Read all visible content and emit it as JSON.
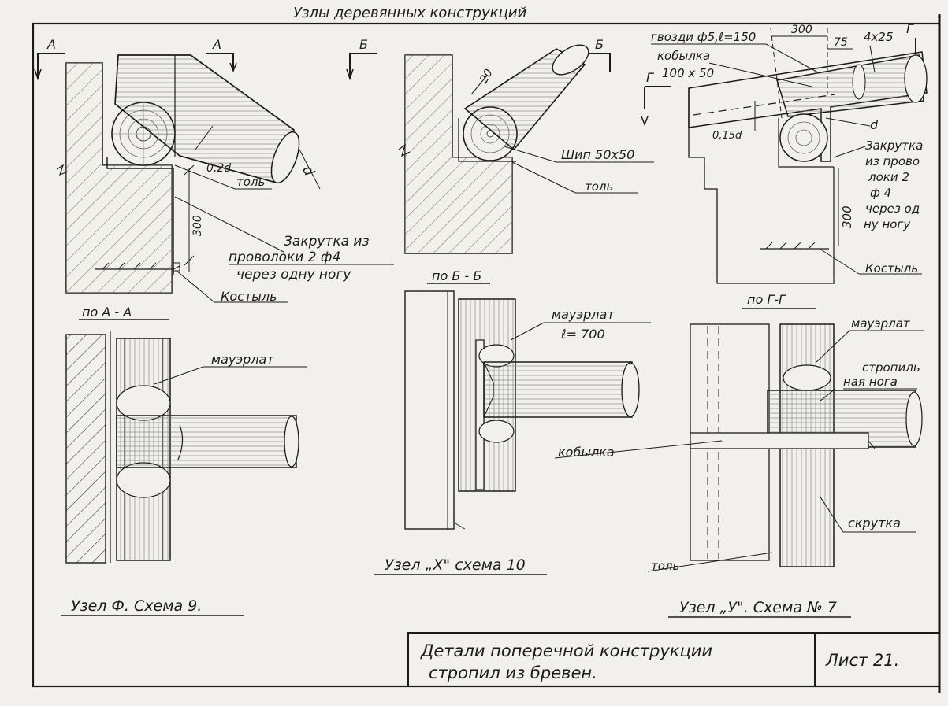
{
  "sheet_title": "Узлы деревянных конструкций",
  "node_f": {
    "section_mark_left": "А",
    "section_mark_right": "А",
    "label_slope": "0,2d",
    "label_d": "d",
    "label_tol": "толь",
    "label_300": "300",
    "label_twist_1": "Закрутка из",
    "label_twist_2": "проволоки 2 ф4",
    "label_twist_3": "через одну ногу",
    "label_kostyl": "Костыль",
    "section_title": "по А - А",
    "label_mauerlat": "мауэрлат",
    "caption": "Узел Ф. Схема 9."
  },
  "node_x": {
    "section_mark": "Б",
    "section_mark_right": "Б",
    "label_20": "20",
    "label_ship": "Шип 50х50",
    "label_tol": "толь",
    "section_title": "по Б - Б",
    "label_mauerlat": "мауэрлат",
    "label_length": "ℓ= 700",
    "label_kobylka": "кобылка",
    "caption": "Узел „Х\" схема 10"
  },
  "node_y": {
    "label_nails": "гвозди ф5,ℓ=150",
    "label_kobylka": "кобылка",
    "label_kobylka_size": "100 х 50",
    "dim_300": "300",
    "dim_75": "75",
    "label_4x25": "4х25",
    "section_mark": "Г",
    "section_mark_left": "Г",
    "label_015d": "0,15d",
    "label_d": "d",
    "label_twist_1": "Закрутка",
    "label_twist_2": "из прово",
    "label_twist_3": "локи 2",
    "label_twist_4": "ф 4",
    "label_twist_5": "через од",
    "label_twist_6": "ну ногу",
    "label_300": "300",
    "label_kostyl": "Костыль",
    "section_title": "по Г-Г",
    "label_mauerlat": "мауэрлат",
    "label_rafter_1": "стропиль",
    "label_rafter_2": "ная нога",
    "label_skrutka": "скрутка",
    "label_tol": "толь",
    "caption": "Узел „У\". Схема № 7"
  },
  "title_block": {
    "title_line_1": "Детали поперечной конструкции",
    "title_line_2": "стропил из бревен.",
    "sheet_no": "Лист 21."
  }
}
